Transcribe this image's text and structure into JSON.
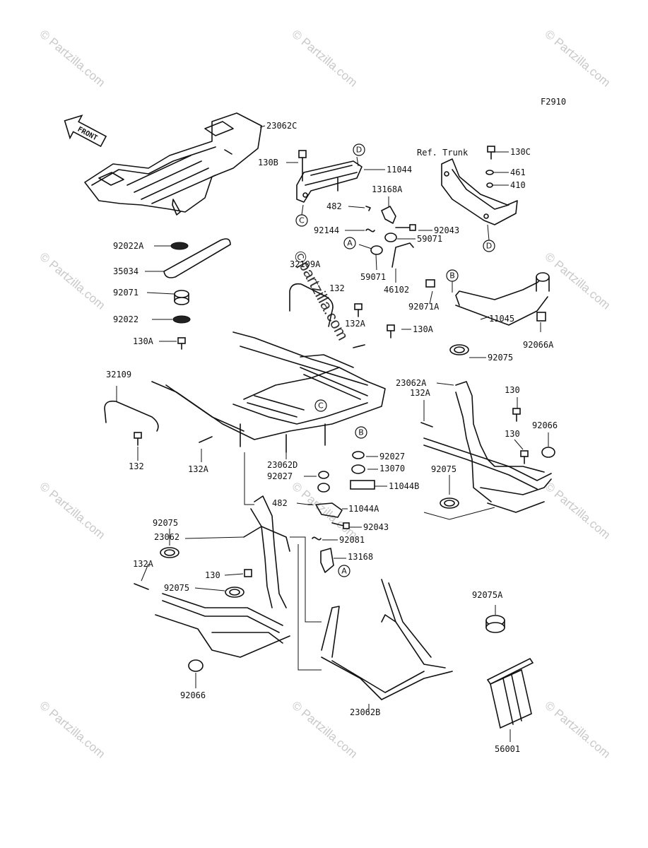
{
  "figure_code": "F2910",
  "front_label": "FRONT",
  "ref_trunk_label": "Ref. Trunk",
  "watermark_text": "© Partzilla.com",
  "watermark_center": "©partzilla.com",
  "callouts": {
    "a": "A",
    "b": "B",
    "c": "C",
    "d": "D"
  },
  "parts": {
    "p23062c": "23062C",
    "p130b": "130B",
    "p11044": "11044",
    "p130c": "130C",
    "p461": "461",
    "p410": "410",
    "p13168a": "13168A",
    "p482_top": "482",
    "p92144": "92144",
    "p92043_top": "92043",
    "p59071_top": "59071",
    "p59071_bot": "59071",
    "p46102": "46102",
    "p92022a": "92022A",
    "p35034": "35034",
    "p32109a": "32109A",
    "p92071": "92071",
    "p92022": "92022",
    "p132_top": "132",
    "p132a_top": "132A",
    "p130a_left": "130A",
    "p130a_mid": "130A",
    "p92071a": "92071A",
    "p11045": "11045",
    "p92066a": "92066A",
    "p32109": "32109",
    "p92075_right": "92075",
    "p23062a": "23062A",
    "p132a_right": "132A",
    "p130_right_top": "130",
    "p92066_right": "92066",
    "p130_right_mid": "130",
    "p132_left": "132",
    "p132a_left": "132A",
    "p92027_right": "92027",
    "p13070": "13070",
    "p23062d": "23062D",
    "p92027_left": "92027",
    "p11044b": "11044B",
    "p92075_mid_right": "92075",
    "p482_bot": "482",
    "p11044a": "11044A",
    "p92075_left_top": "92075",
    "p23062": "23062",
    "p92043_bot": "92043",
    "p92081": "92081",
    "p132a_bot": "132A",
    "p130_bot": "130",
    "p13168": "13168",
    "p92075_left_mid": "92075",
    "p92075a": "92075A",
    "p92066_bot": "92066",
    "p23062b": "23062B",
    "p56001": "56001"
  }
}
